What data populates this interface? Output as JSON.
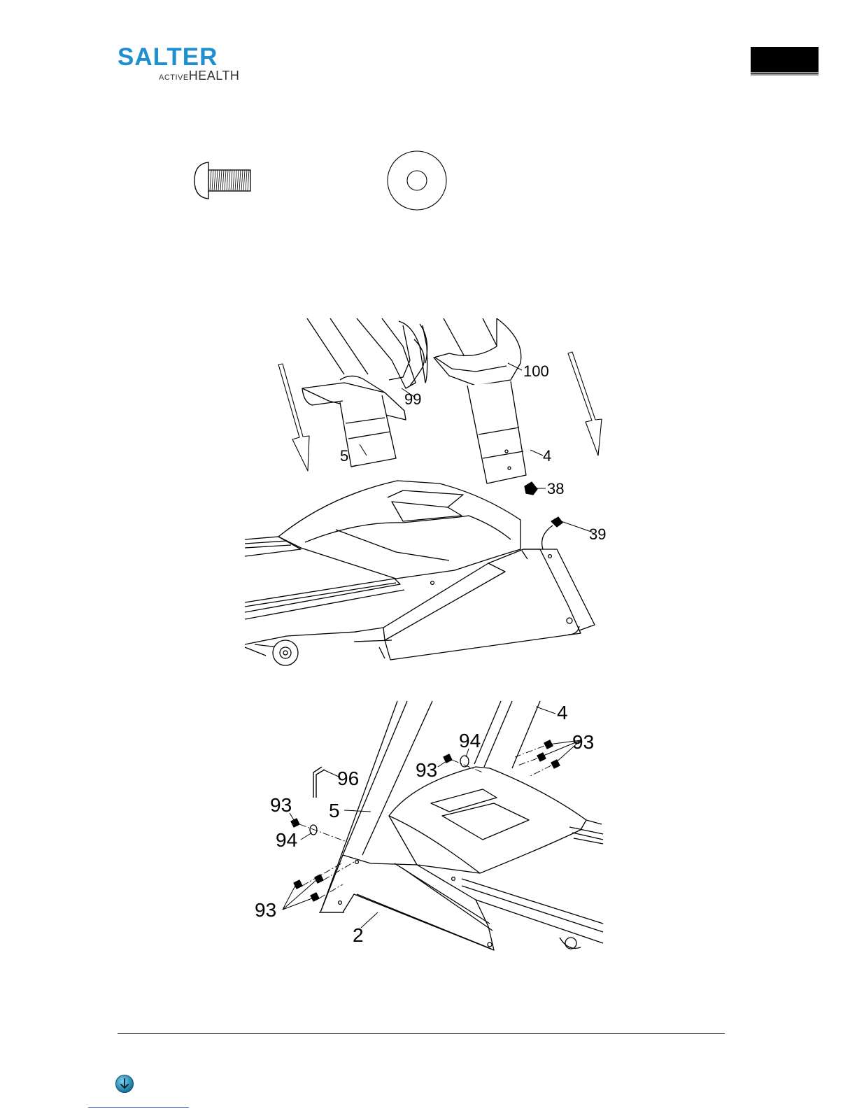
{
  "header": {
    "brand_name": "SALTER",
    "brand_sub_small": "ACTIVE",
    "brand_sub_big": "HEALTH",
    "brand_color": "#1f8fd0",
    "brand_sub_color": "#333333"
  },
  "hardware": {
    "icons": [
      "button-head-bolt-icon",
      "washer-icon"
    ]
  },
  "figure1": {
    "labels": [
      "100",
      "99",
      "5",
      "4",
      "38",
      "39"
    ]
  },
  "figure2": {
    "labels": [
      "4",
      "94",
      "93",
      "93",
      "96",
      "93",
      "5",
      "94",
      "93",
      "2"
    ]
  },
  "footer": {
    "icon": "download-arrow-icon",
    "link_color": "#2c56c9"
  }
}
